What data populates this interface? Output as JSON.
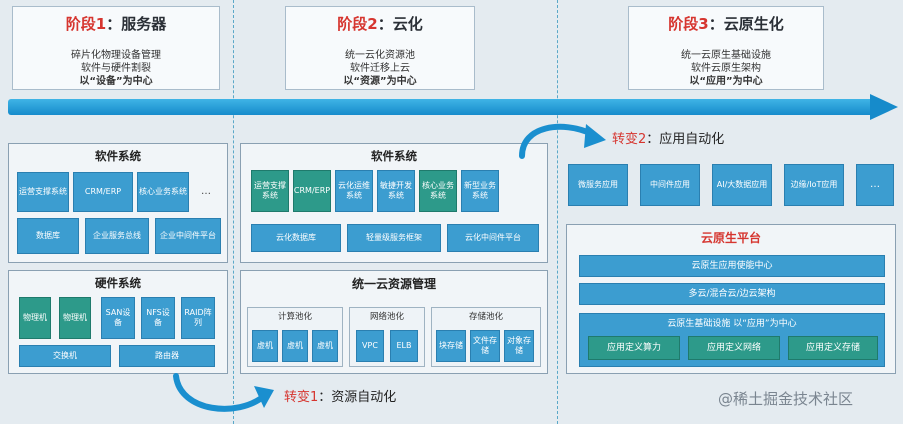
{
  "stages": [
    {
      "prefix": "阶段1",
      "suffix": "：服务器",
      "bullets": [
        "碎片化物理设备管理",
        "软件与硬件割裂",
        "以“设备”为中心"
      ]
    },
    {
      "prefix": "阶段2",
      "suffix": "：云化",
      "bullets": [
        "统一云化资源池",
        "软件迁移上云",
        "以“资源”为中心"
      ]
    },
    {
      "prefix": "阶段3",
      "suffix": "：云原生化",
      "bullets": [
        "统一云原生基础设施",
        "软件云原生架构",
        "以“应用”为中心"
      ]
    }
  ],
  "stage1": {
    "software": {
      "title": "软件系统",
      "row1": [
        "运营支撑系统",
        "CRM/ERP",
        "核心业务系统",
        "…"
      ],
      "row2": [
        "数据库",
        "企业服务总线",
        "企业中间件平台"
      ]
    },
    "hardware": {
      "title": "硬件系统",
      "row1": [
        "物理机",
        "物理机",
        "SAN设备",
        "NFS设备",
        "RAID阵列"
      ],
      "row2": [
        "交换机",
        "路由器"
      ]
    }
  },
  "stage2": {
    "software": {
      "title": "软件系统",
      "row1": [
        "运营支撑系统",
        "CRM/ERP",
        "云化运维系统",
        "敏捷开发系统",
        "核心业务系统",
        "新型业务系统"
      ],
      "row2": [
        "云化数据库",
        "轻量级服务框架",
        "云化中间件平台"
      ]
    },
    "resource": {
      "title": "统一云资源管理",
      "compute": {
        "title": "计算池化",
        "items": [
          "虚机",
          "虚机",
          "虚机"
        ]
      },
      "network": {
        "title": "网络池化",
        "items": [
          "VPC",
          "ELB"
        ]
      },
      "storage": {
        "title": "存储池化",
        "items": [
          "块存储",
          "文件存储",
          "对象存储"
        ]
      }
    }
  },
  "stage3": {
    "apps": [
      "微服务应用",
      "中间件应用",
      "AI/大数据应用",
      "边缘/IoT应用",
      "…"
    ],
    "platform": {
      "title": "云原生平台",
      "rows": [
        "云原生应用使能中心",
        "多云/混合云/边云架构"
      ],
      "infra": "云原生基础设施 以“应用”为中心",
      "defs": [
        "应用定义算力",
        "应用定义网络",
        "应用定义存储"
      ]
    }
  },
  "transitions": [
    {
      "prefix": "转变1",
      "suffix": "：资源自动化"
    },
    {
      "prefix": "转变2",
      "suffix": "：应用自动化"
    }
  ],
  "watermark": "@稀土掘金技术社区"
}
